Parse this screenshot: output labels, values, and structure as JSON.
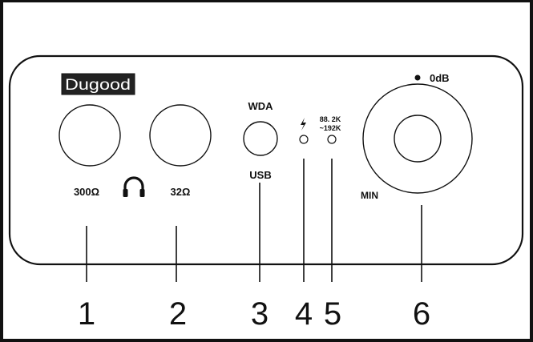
{
  "brand": {
    "logo_text": "Dugood"
  },
  "labels": {
    "left_jack_impedance": "300Ω",
    "right_jack_impedance": "32Ω",
    "input_top": "WDA",
    "input_bottom": "USB",
    "rate_line_1": "88. 2K",
    "rate_line_2": "~192K",
    "volume_max": "0dB",
    "volume_min": "MIN"
  },
  "callouts": [
    "1",
    "2",
    "3",
    "4",
    "5",
    "6"
  ],
  "icons": {
    "headphone": "headphone-icon",
    "power_indicator": "lightning-bolt-icon"
  },
  "colors": {
    "line": "#111111",
    "background": "#ffffff",
    "logo_bg": "#222222",
    "logo_text": "#ffffff"
  }
}
